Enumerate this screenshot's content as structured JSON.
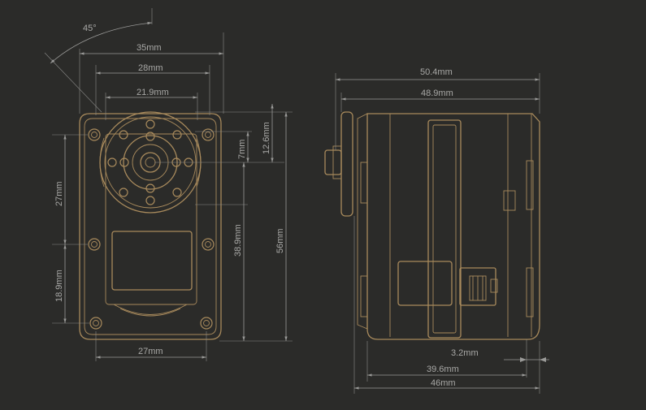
{
  "colors": {
    "background": "#2b2b29",
    "drawing_line": "#a88a5c",
    "dimension_line": "#9a9a98",
    "text": "#a8a8a6"
  },
  "front_view": {
    "angle_label": "45°",
    "width_35": "35mm",
    "width_28": "28mm",
    "width_21_9": "21.9mm",
    "height_12_6": "12.6mm",
    "height_7": "7mm",
    "height_27": "27mm",
    "height_38_9": "38.9mm",
    "height_56": "56mm",
    "height_18_9": "18.9mm",
    "bottom_27": "27mm"
  },
  "side_view": {
    "width_50_4": "50.4mm",
    "width_48_9": "48.9mm",
    "width_3_2": "3.2mm",
    "width_39_6": "39.6mm",
    "width_46": "46mm"
  }
}
